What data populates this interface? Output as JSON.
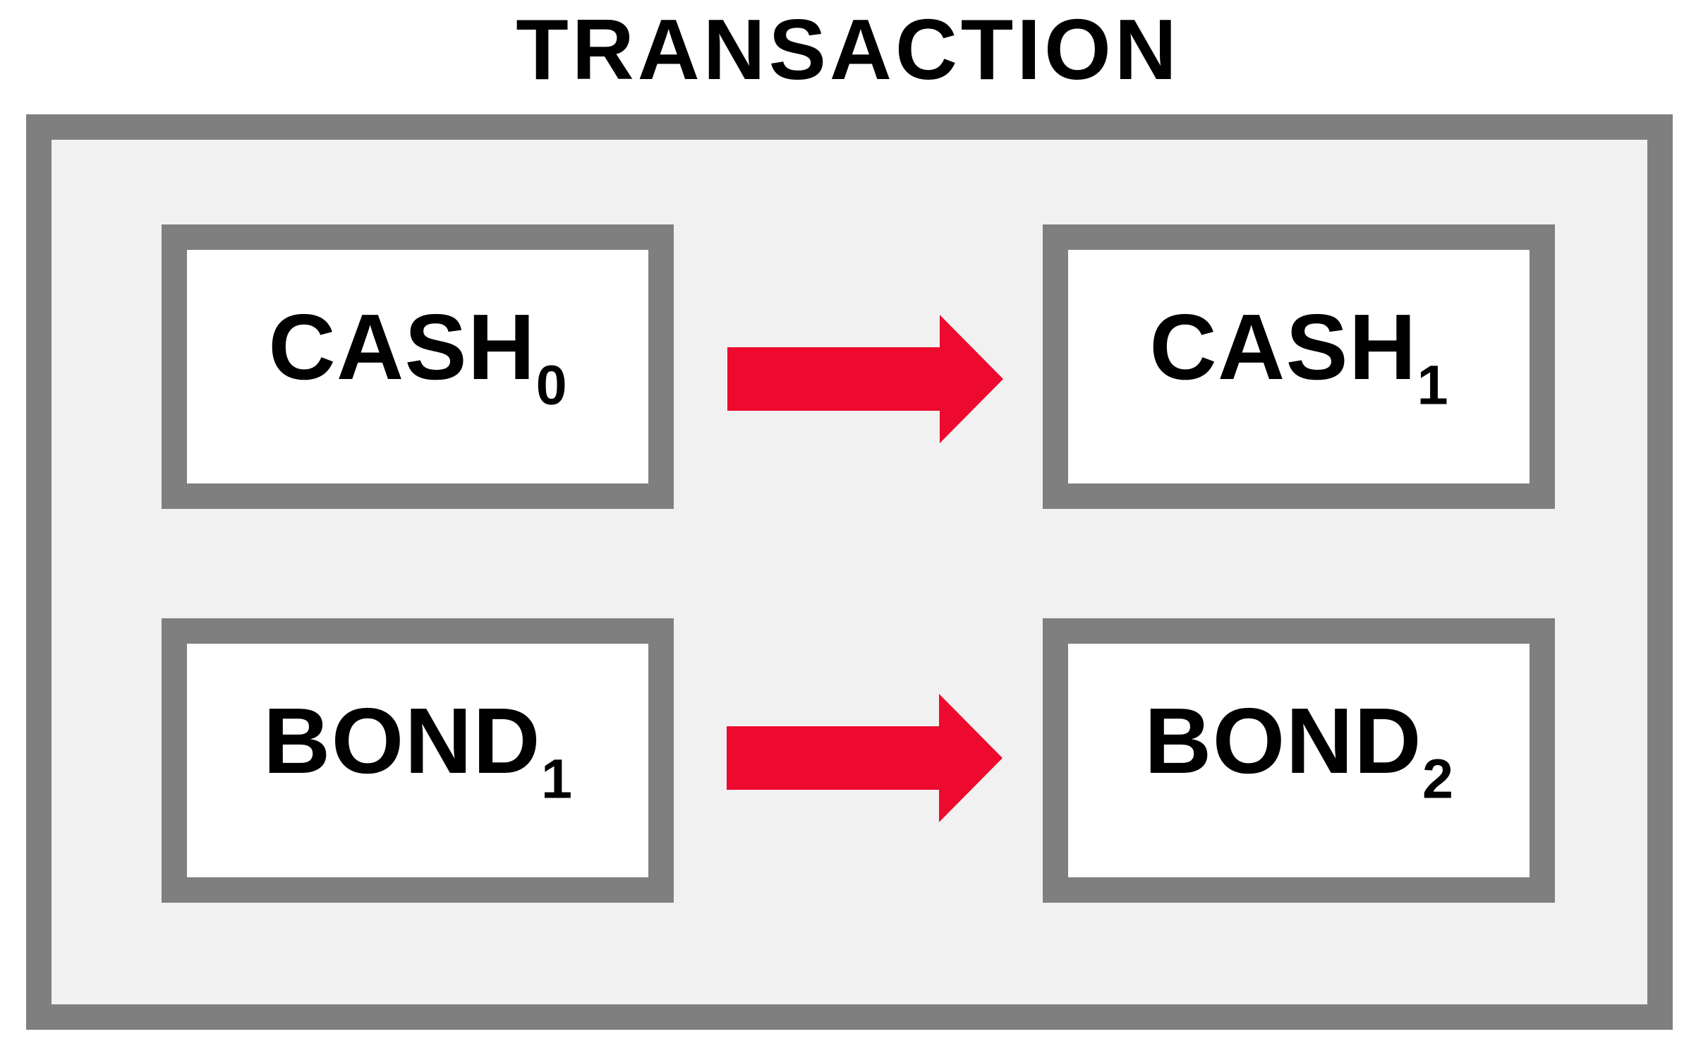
{
  "title": "TRANSACTION",
  "panel": {
    "rows": [
      {
        "from": {
          "label": "CASH",
          "subscript": "0"
        },
        "arrow": {
          "icon": "right-arrow",
          "direction": "right"
        },
        "to": {
          "label": "CASH",
          "subscript": "1"
        }
      },
      {
        "from": {
          "label": "BOND",
          "subscript": "1"
        },
        "arrow": {
          "icon": "right-arrow",
          "direction": "right"
        },
        "to": {
          "label": "BOND",
          "subscript": "2"
        }
      }
    ]
  },
  "colors": {
    "frame_gray": "#7f7f7f",
    "panel_bg": "#f1f1f2",
    "box_bg": "#ffffff",
    "arrow_red": "#ed0a2e",
    "title_black": "#000000"
  }
}
